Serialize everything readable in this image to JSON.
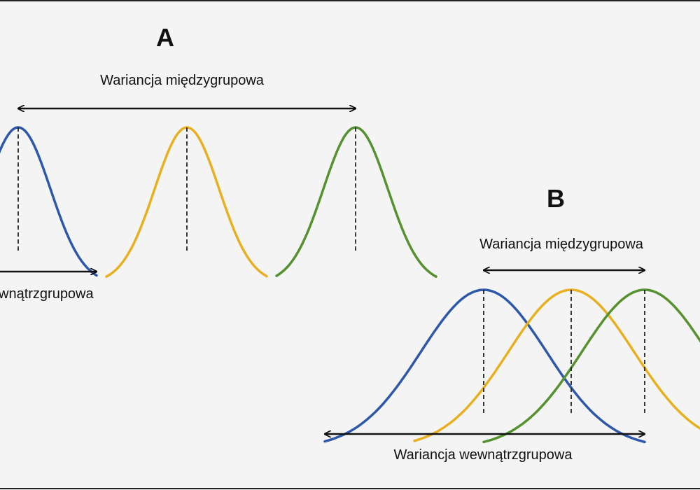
{
  "colors": {
    "blue": "#2d57a8",
    "yellow": "#e8b020",
    "green": "#55912e",
    "ink": "#111111",
    "background": "#f4f4f4"
  },
  "panel_a": {
    "letter": "A",
    "between_label": "Wariancja międzygrupowa",
    "within_label": "wnątrzgrupowa",
    "curves": [
      {
        "name": "blue",
        "color_key": "blue"
      },
      {
        "name": "yellow",
        "color_key": "yellow"
      },
      {
        "name": "green",
        "color_key": "green"
      }
    ]
  },
  "panel_b": {
    "letter": "B",
    "between_label": "Wariancja międzygrupowa",
    "within_label": "Wariancja wewnątrzgrupowa",
    "curves": [
      {
        "name": "blue",
        "color_key": "blue"
      },
      {
        "name": "yellow",
        "color_key": "yellow"
      },
      {
        "name": "green",
        "color_key": "green"
      }
    ]
  }
}
